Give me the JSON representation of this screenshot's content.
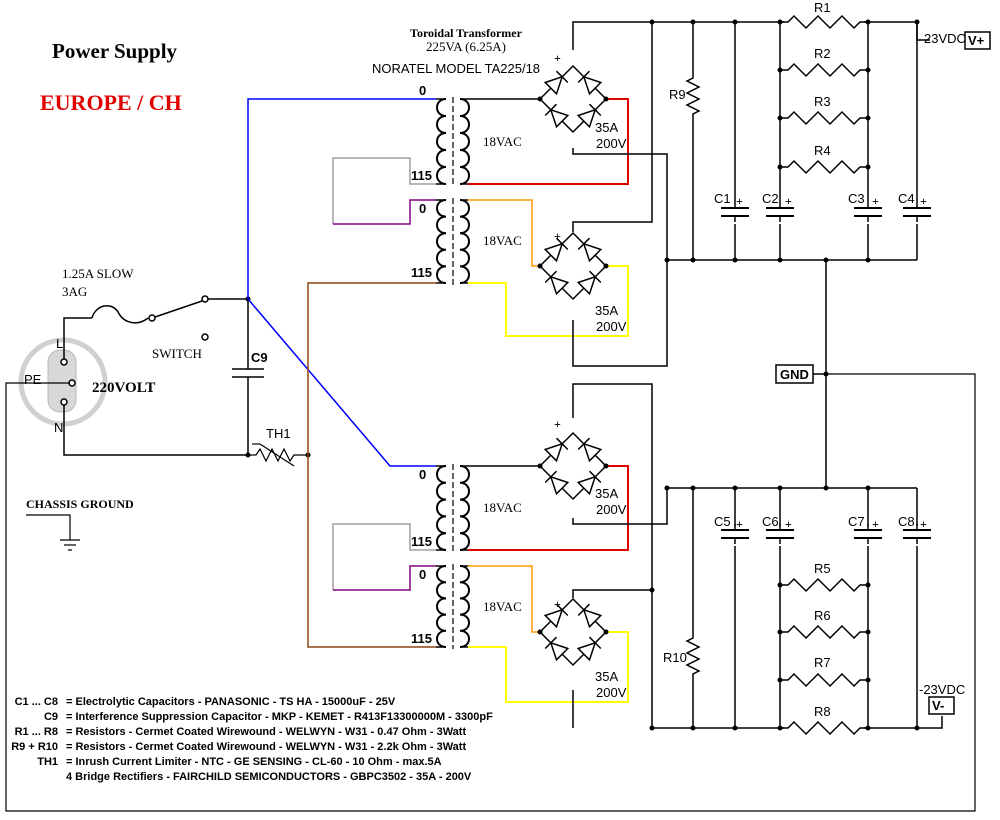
{
  "header": {
    "title": "Power Supply",
    "region": "EUROPE / CH",
    "region_color": "#e00000"
  },
  "transformer": {
    "line1": "Toroidal Transformer",
    "line2": "225VA (6.25A)",
    "line3": "NORATEL MODEL TA225/18",
    "tap_zero": "0",
    "tap_115": "115",
    "secondary": "18VAC"
  },
  "bridge": {
    "plus": "+",
    "current": "35A",
    "voltage": "200V"
  },
  "mains": {
    "fuse_line1": "1.25A SLOW",
    "fuse_line2": "3AG",
    "switch": "SWITCH",
    "voltage": "220VOLT",
    "pin_l": "L",
    "pin_n": "N",
    "pin_pe": "PE",
    "cap": "C9",
    "thermistor": "TH1",
    "chassis": "CHASSIS GROUND"
  },
  "rail": {
    "pos_voltage": "23VDC",
    "pos_terminal": "V+",
    "neg_voltage": "-23VDC",
    "neg_terminal": "V-",
    "gnd": "GND"
  },
  "components": {
    "r1": "R1",
    "r2": "R2",
    "r3": "R3",
    "r4": "R4",
    "r5": "R5",
    "r6": "R6",
    "r7": "R7",
    "r8": "R8",
    "r9": "R9",
    "r10": "R10",
    "c1": "C1",
    "c2": "C2",
    "c3": "C3",
    "c4": "C4",
    "c5": "C5",
    "c6": "C6",
    "c7": "C7",
    "c8": "C8",
    "plus": "+"
  },
  "legend": [
    {
      "ref": "C1 ... C8",
      "desc": "= Electrolytic Capacitors - PANASONIC - TS HA - 15000uF - 25V"
    },
    {
      "ref": "C9",
      "desc": "= Interference Suppression Capacitor - MKP - KEMET - R413F13300000M - 3300pF"
    },
    {
      "ref": "R1 ... R8",
      "desc": "= Resistors - Cermet Coated Wirewound - WELWYN - W31 - 0.47 Ohm - 3Watt"
    },
    {
      "ref": "R9 + R10",
      "desc": "= Resistors - Cermet Coated Wirewound - WELWYN - W31 - 2.2k Ohm - 3Watt"
    },
    {
      "ref": "TH1",
      "desc": "= Inrush Current Limiter - NTC - GE SENSING - CL-60 - 10 Ohm - max.5A"
    },
    {
      "ref": "",
      "desc": "4 Bridge Rectifiers - FAIRCHILD SEMICONDUCTORS - GBPC3502 - 35A - 200V"
    }
  ],
  "colors": {
    "wire_blue": "#0000ff",
    "wire_red": "#e00000",
    "wire_yellow": "#ffff00",
    "wire_orange": "#ff9900",
    "wire_purple": "#800080",
    "wire_brown": "#8b4513",
    "wire_grey": "#a0a0a0"
  }
}
